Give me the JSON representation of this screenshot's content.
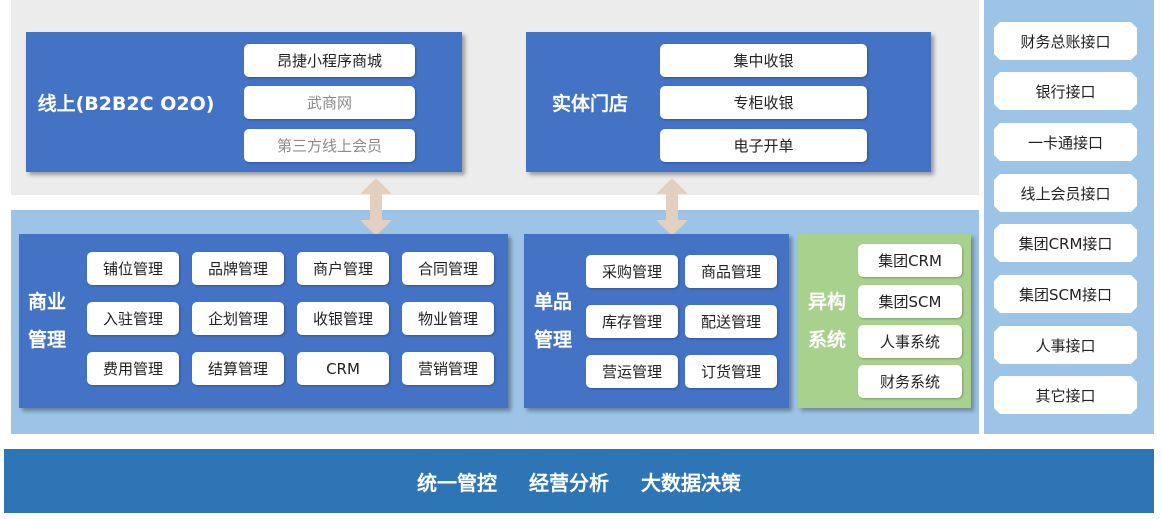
{
  "online": {
    "title": "线上(B2B2C O2O)",
    "items": [
      "昂捷小程序商城",
      "武商网",
      "第三方线上会员"
    ]
  },
  "store": {
    "title": "实体门店",
    "items": [
      "集中收银",
      "专柜收银",
      "电子开单"
    ]
  },
  "commerce": {
    "title_line1": "商业",
    "title_line2": "管理",
    "items": [
      "铺位管理",
      "品牌管理",
      "商户管理",
      "合同管理",
      "入驻管理",
      "企划管理",
      "收银管理",
      "物业管理",
      "费用管理",
      "结算管理",
      "CRM",
      "营销管理"
    ]
  },
  "single": {
    "title_line1": "单品",
    "title_line2": "管理",
    "items": [
      "采购管理",
      "商品管理",
      "库存管理",
      "配送管理",
      "营运管理",
      "订货管理"
    ]
  },
  "hetero": {
    "title_line1": "异构",
    "title_line2": "系统",
    "items": [
      "集团CRM",
      "集团SCM",
      "人事系统",
      "财务系统"
    ]
  },
  "interfaces": [
    "财务总账接口",
    "银行接口",
    "一卡通接口",
    "线上会员接口",
    "集团CRM接口",
    "集团SCM接口",
    "人事接口",
    "其它接口"
  ],
  "footer": {
    "items": [
      "统一管控",
      "经营分析",
      "大数据决策"
    ]
  },
  "colors": {
    "top_panel": "#ececec",
    "mid_panel": "#9dc3e6",
    "blue_box": "#4472c4",
    "green_box": "#a9d18e",
    "footer_bar": "#2e75b6",
    "arrow": "#e2cfc0"
  }
}
